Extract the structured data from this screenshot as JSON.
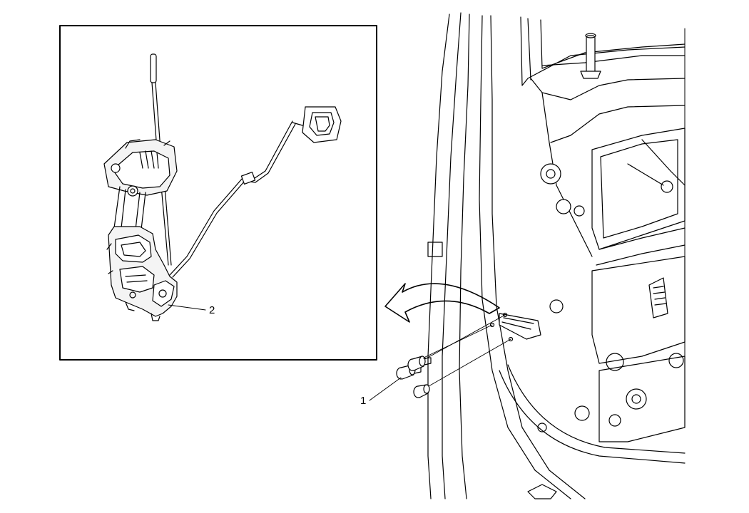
{
  "callouts": {
    "one": "1",
    "two": "2"
  },
  "colors": {
    "line": "#000000",
    "background": "#ffffff",
    "fill": "#f4f4f4"
  },
  "parts": {
    "inset": [
      "door-latch-assembly",
      "lock-rod",
      "outside-handle-cable"
    ],
    "door": [
      "door-inner-panel",
      "latch-screws"
    ]
  }
}
